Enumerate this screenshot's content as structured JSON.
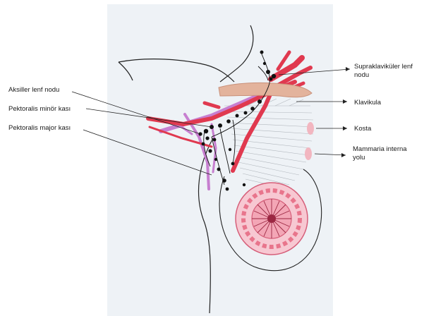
{
  "labels": {
    "axillary_node": "Aksiller lenf nodu",
    "pectoralis_minor": "Pektoralis minör kası",
    "pectoralis_major": "Pektoralis major kası",
    "supraclavicular_line1": "Supraklaviküler lenf",
    "supraclavicular_line2": "nodu",
    "clavicle": "Klavikula",
    "rib": "Kosta",
    "mammaria_line1": "Mammaria interna",
    "mammaria_line2": "yolu"
  },
  "colors": {
    "background_panel": "#eef2f6",
    "artery": "#e0394f",
    "vein": "#c77fd0",
    "clavicle": "#e3b39c",
    "lymph": "#111111",
    "gland": "#e8758c",
    "rib": "#f2b6c0"
  }
}
